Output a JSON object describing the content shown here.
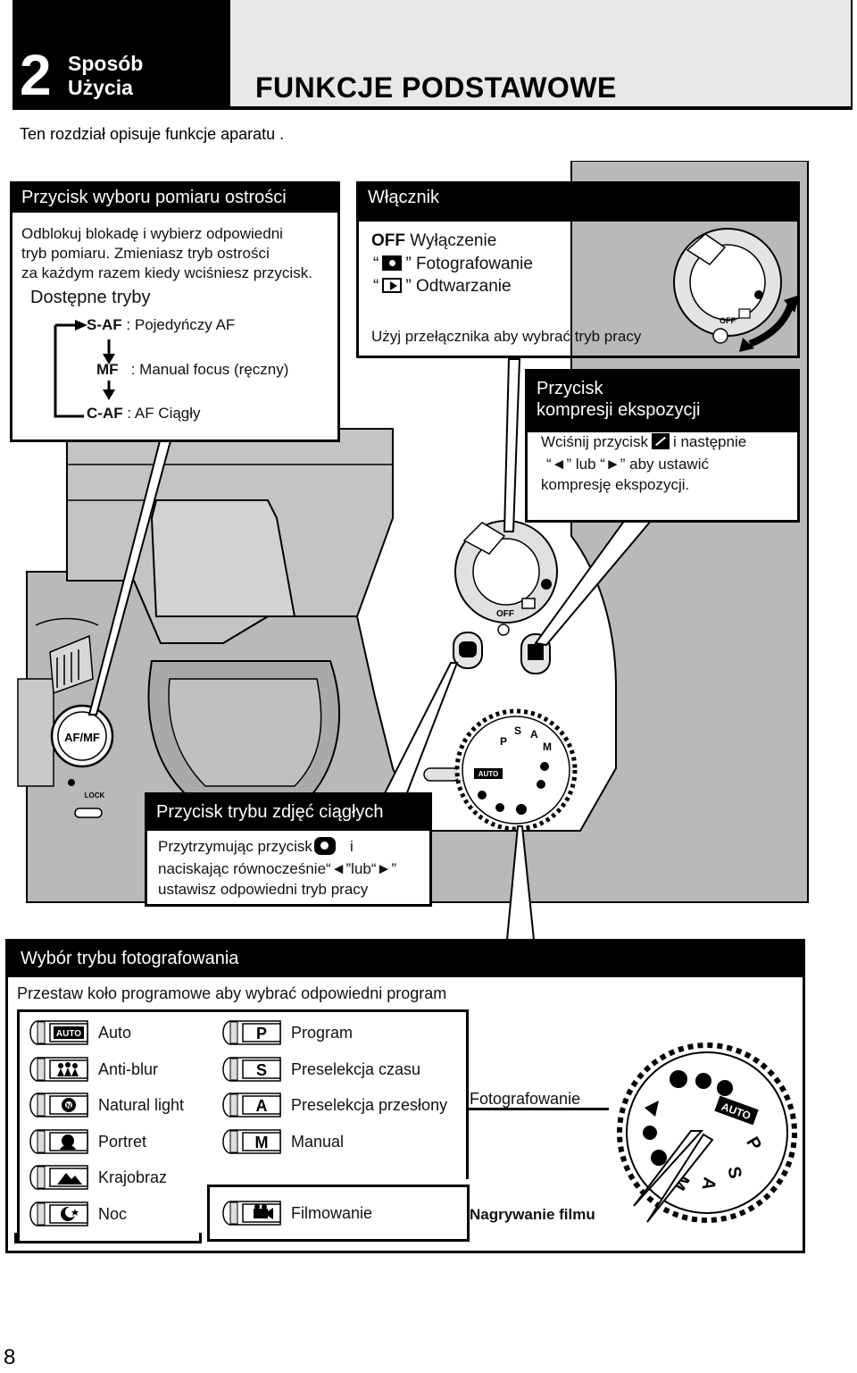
{
  "header": {
    "chapter_number": "2",
    "section_line1": "Sposób",
    "section_line2": "Użycia",
    "title": "FUNKCJE PODSTAWOWE",
    "intro": "Ten rozdział opisuje funkcje aparatu ."
  },
  "af_box": {
    "title": "Przycisk wyboru pomiaru ostrości",
    "line1": "Odblokuj blokadę i wybierz odpowiedni",
    "line2": "tryb pomiaru. Zmieniasz tryb ostrości",
    "line3": "za każdym razem kiedy wciśniesz przycisk.",
    "subtitle": "Dostępne tryby",
    "modes": [
      {
        "key": "S-AF",
        "desc": ": Pojedyńczy AF"
      },
      {
        "key": "MF",
        "desc": ": Manual focus (ręczny)"
      },
      {
        "key": "C-AF",
        "desc": ": AF Ciągły"
      }
    ]
  },
  "power_box": {
    "title": "Włącznik",
    "off_key": "OFF",
    "off_label": "Wyłączenie",
    "shoot_label": "Fotografowanie",
    "play_label": "Odtwarzanie",
    "quote_open": "“",
    "quote_close": "”",
    "hint": "Użyj przełącznika aby wybrać tryb pracy"
  },
  "ev_box": {
    "title_line1": "Przycisk",
    "title_line2": "kompresji ekspozycji",
    "line1_a": "Wciśnij przycisk",
    "line1_b": "i następnie",
    "line2": "“◄” lub “►” aby ustawić",
    "line3": "kompresję ekspozycji."
  },
  "drive_box": {
    "title": "Przycisk trybu zdjęć ciągłych",
    "line1_a": "Przytrzymując przycisk",
    "line1_b": "i",
    "line2": "naciskając równocześnie“◄”lub“►”",
    "line3": "ustawisz odpowiedni tryb pracy"
  },
  "mode_box": {
    "title": "Wybór trybu fotografowania",
    "subtitle": "Przestaw koło programowe aby wybrać odpowiedni program",
    "left_modes": [
      {
        "icon": "AUTO",
        "label": "Auto"
      },
      {
        "icon": "anti-blur-icon",
        "label": "Anti-blur"
      },
      {
        "icon": "natural-light-icon",
        "label": "Natural light"
      },
      {
        "icon": "portrait-icon",
        "label": "Portret"
      },
      {
        "icon": "landscape-icon",
        "label": "Krajobraz"
      },
      {
        "icon": "night-icon",
        "label": "Noc"
      }
    ],
    "right_modes": [
      {
        "icon": "P",
        "label": "Program"
      },
      {
        "icon": "S",
        "label": "Preselekcja czasu"
      },
      {
        "icon": "A",
        "label": "Preselekcja przesłony"
      },
      {
        "icon": "M",
        "label": "Manual"
      }
    ],
    "movie_label": "Filmowanie",
    "photo_caption": "Fotografowanie",
    "movie_caption": "Nagrywanie filmu"
  },
  "camera_labels": {
    "af_button": "AF/MF",
    "lock": "LOCK",
    "off": "OFF",
    "dial_auto": "AUTO",
    "dial_letters": [
      "P",
      "S",
      "A",
      "M"
    ]
  },
  "page_number": "8"
}
